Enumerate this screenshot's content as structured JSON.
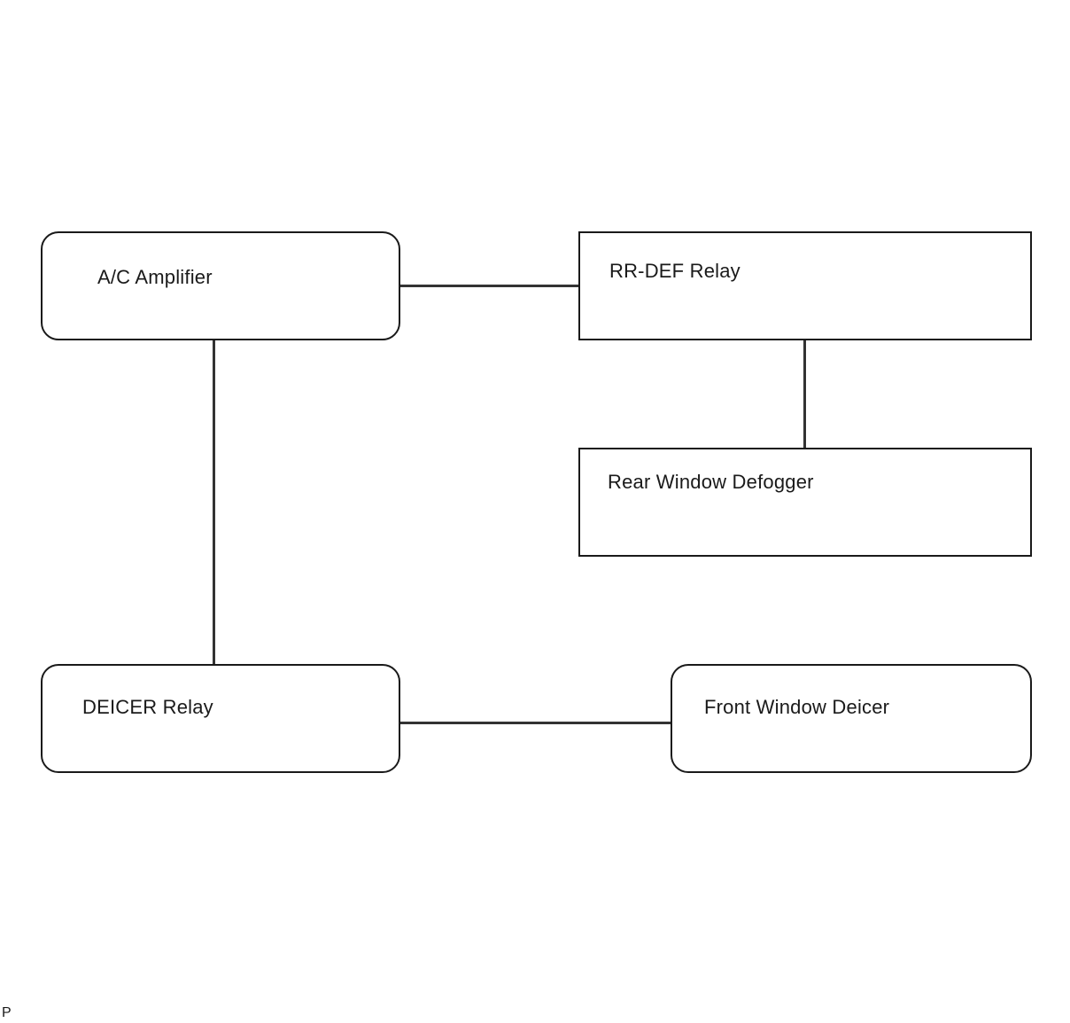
{
  "diagram": {
    "nodes": [
      {
        "id": "ac_amplifier",
        "label": "A/C Amplifier",
        "shape": "rounded-rect"
      },
      {
        "id": "rr_def_relay",
        "label": "RR-DEF Relay",
        "shape": "rect"
      },
      {
        "id": "rear_window_defogger",
        "label": "Rear Window Defogger",
        "shape": "rect"
      },
      {
        "id": "deicer_relay",
        "label": "DEICER Relay",
        "shape": "rounded-rect"
      },
      {
        "id": "front_window_deicer",
        "label": "Front Window Deicer",
        "shape": "rounded-rect"
      }
    ],
    "edges": [
      {
        "from": "ac_amplifier",
        "to": "rr_def_relay"
      },
      {
        "from": "rr_def_relay",
        "to": "rear_window_defogger"
      },
      {
        "from": "ac_amplifier",
        "to": "deicer_relay"
      },
      {
        "from": "deicer_relay",
        "to": "front_window_deicer"
      }
    ]
  },
  "footer": {
    "corner_mark": "P"
  },
  "colors": {
    "stroke": "#1a1a1a",
    "connector": "#333333",
    "background": "#ffffff"
  }
}
